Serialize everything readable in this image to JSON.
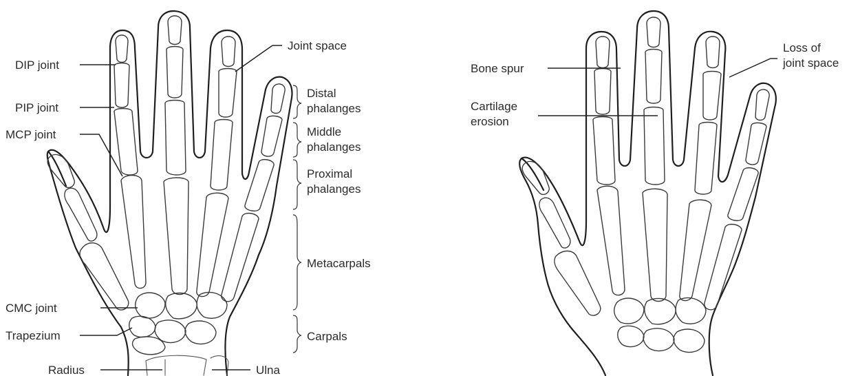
{
  "left_hand": {
    "labels": {
      "dip_joint": "DIP joint",
      "pip_joint": "PIP joint",
      "mcp_joint": "MCP joint",
      "cmc_joint": "CMC joint",
      "trapezium": "Trapezium",
      "radius": "Radius",
      "ulna": "Ulna",
      "joint_space": "Joint space",
      "distal_phalanges": [
        "Distal",
        "phalanges"
      ],
      "middle_phalanges": [
        "Middle",
        "phalanges"
      ],
      "proximal_phalanges": [
        "Proximal",
        "phalanges"
      ],
      "metacarpals": "Metacarpals",
      "carpals": "Carpals"
    }
  },
  "right_hand": {
    "labels": {
      "bone_spur": "Bone spur",
      "cartilage_erosion": [
        "Cartilage",
        "erosion"
      ],
      "loss_of_joint_space": [
        "Loss of",
        "joint space"
      ]
    }
  }
}
